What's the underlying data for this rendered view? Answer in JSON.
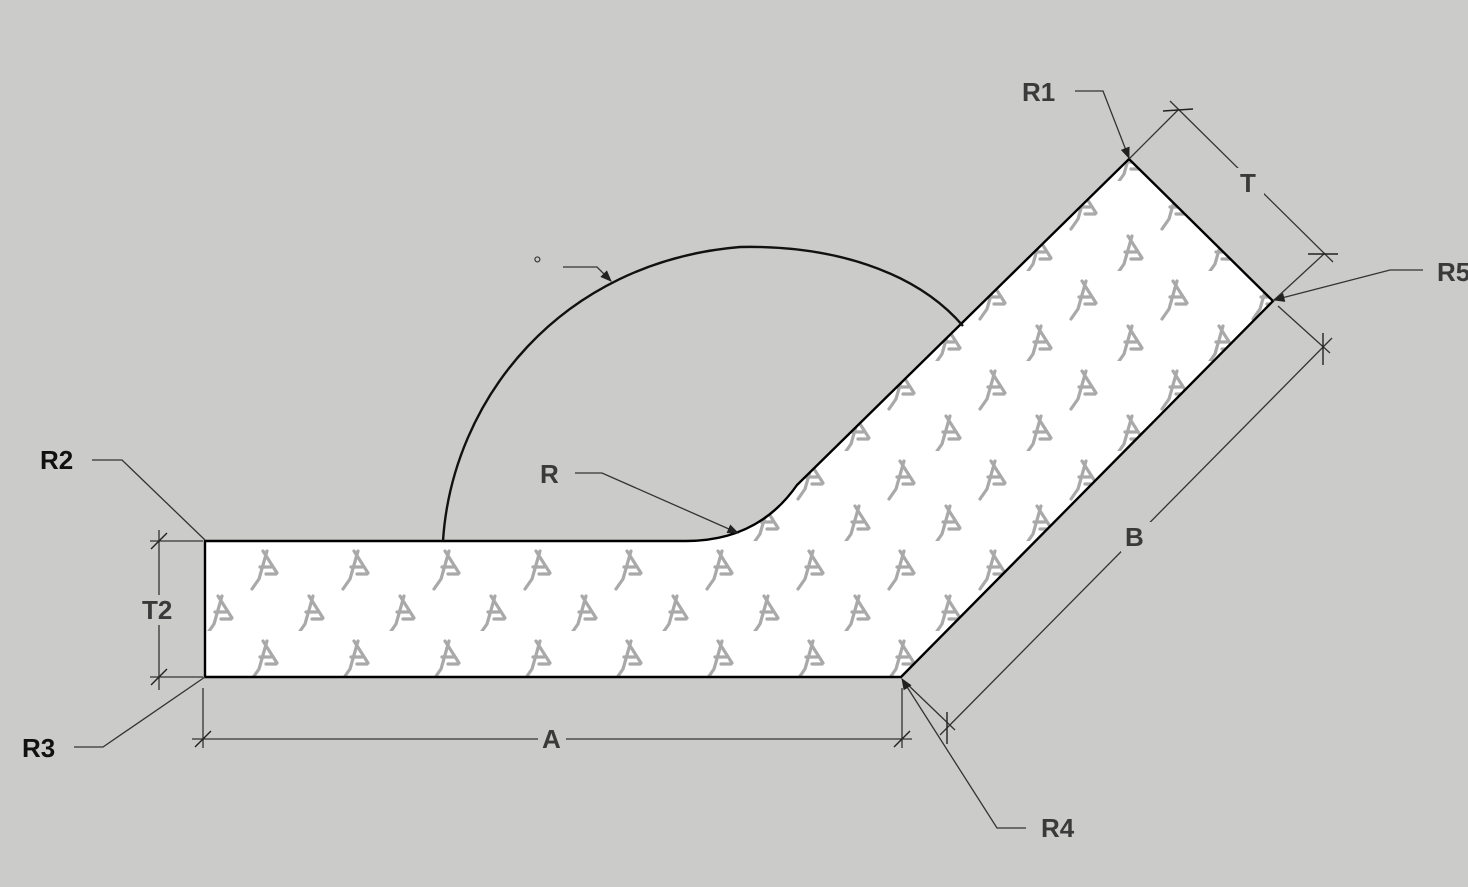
{
  "labels": {
    "r1": "R1",
    "r2": "R2",
    "r3": "R3",
    "r4": "R4",
    "r5": "R5",
    "r": "R",
    "t": "T",
    "t2": "T2",
    "a": "A",
    "b": "B",
    "degree": "°"
  },
  "colors": {
    "background": "#cbccc9",
    "shape_fill": "#ffffff",
    "outline": "#000000",
    "watermark": "#a9a9a9"
  },
  "icons": {
    "watermark": "stylized-A-logo-icon"
  }
}
